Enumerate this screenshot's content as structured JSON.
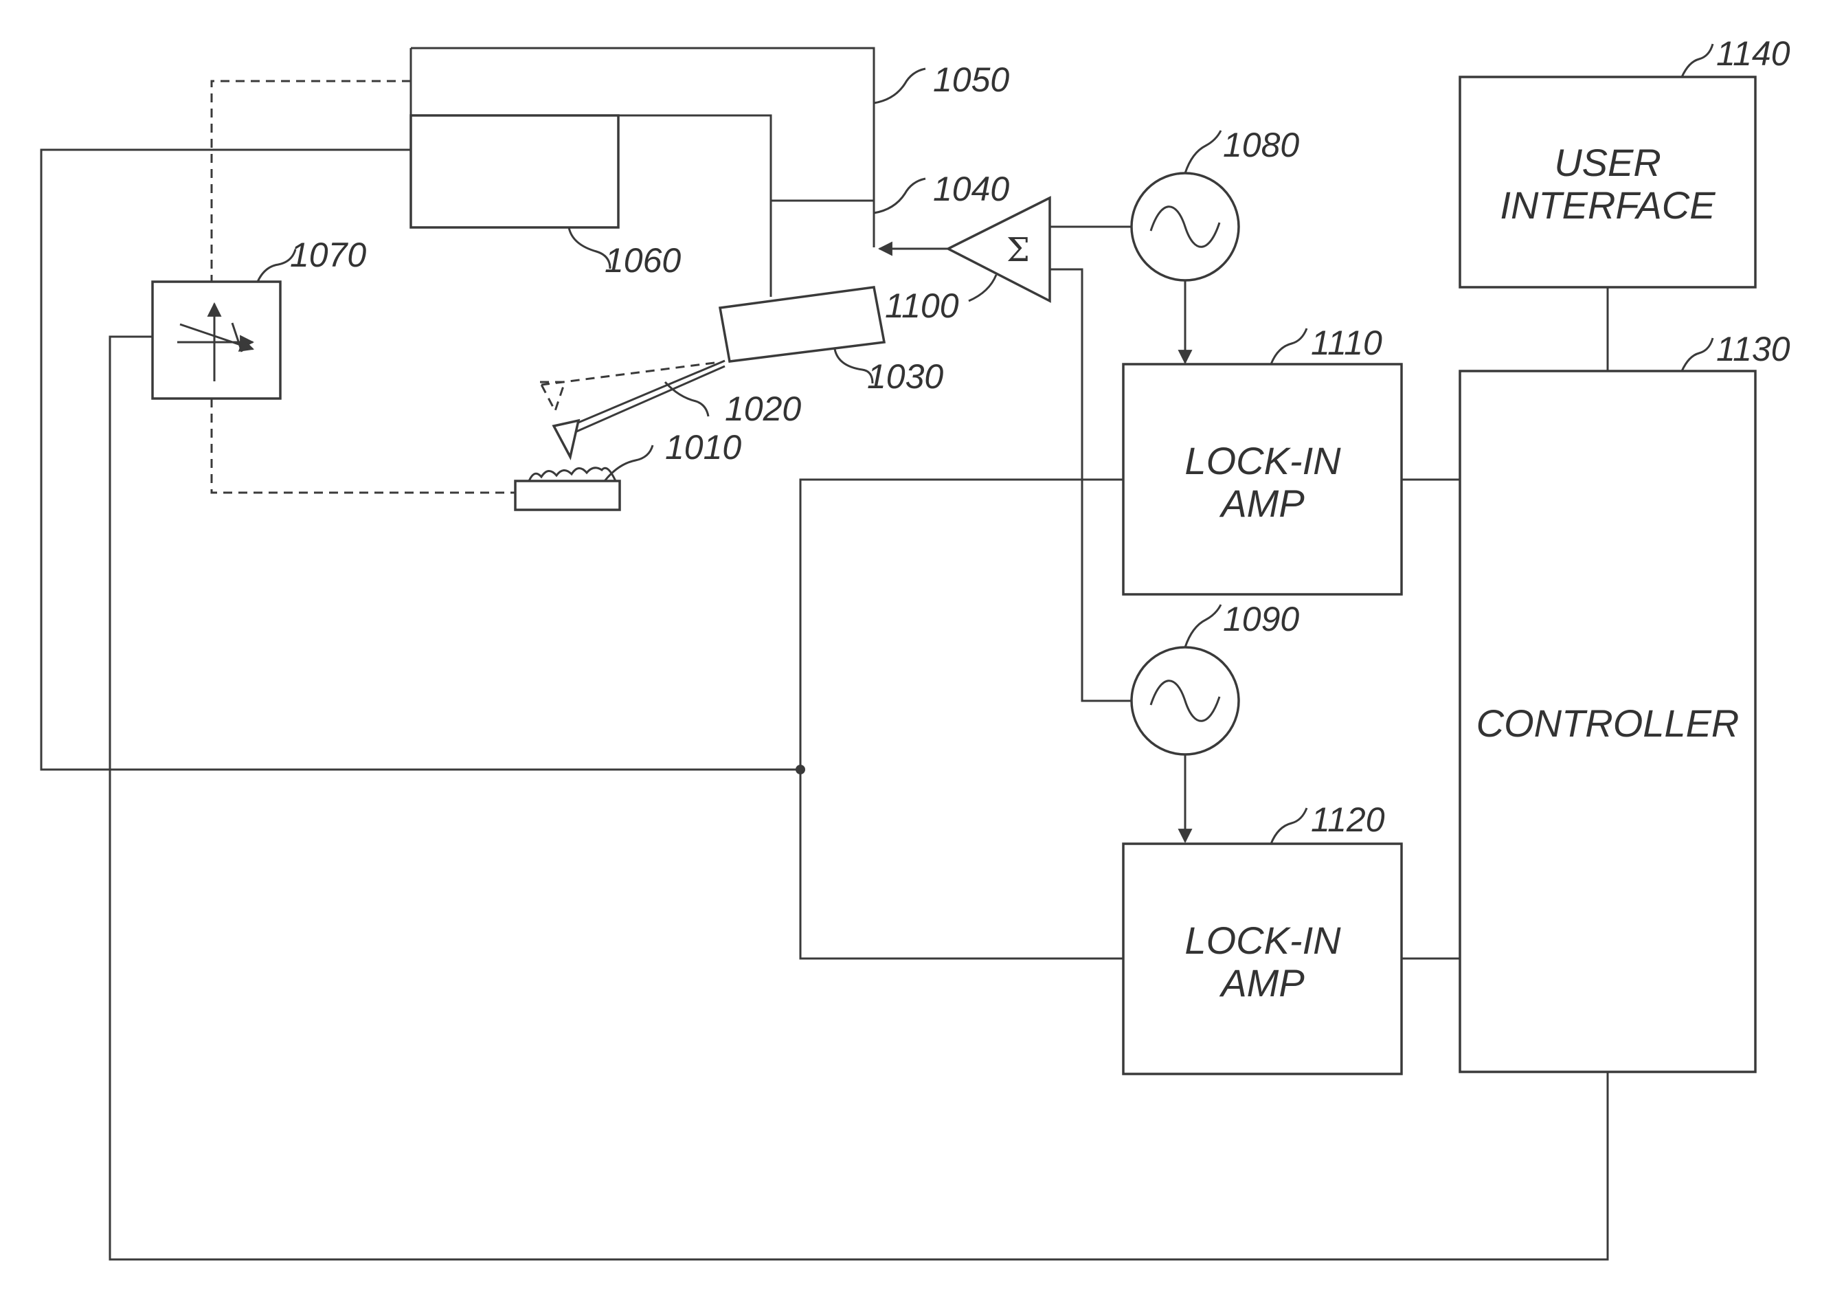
{
  "refs": {
    "r1010": "1010",
    "r1020": "1020",
    "r1030": "1030",
    "r1040": "1040",
    "r1050": "1050",
    "r1060": "1060",
    "r1070": "1070",
    "r1080": "1080",
    "r1090": "1090",
    "r1100": "1100",
    "r1110": "1110",
    "r1120": "1120",
    "r1130": "1130",
    "r1140": "1140"
  },
  "blocks": {
    "lockin1": {
      "line1": "LOCK-IN",
      "line2": "AMP"
    },
    "lockin2": {
      "line1": "LOCK-IN",
      "line2": "AMP"
    },
    "controller": {
      "line1": "CONTROLLER"
    },
    "user_interface": {
      "line1": "USER",
      "line2": "INTERFACE"
    }
  },
  "summer": {
    "symbol": "Σ"
  }
}
